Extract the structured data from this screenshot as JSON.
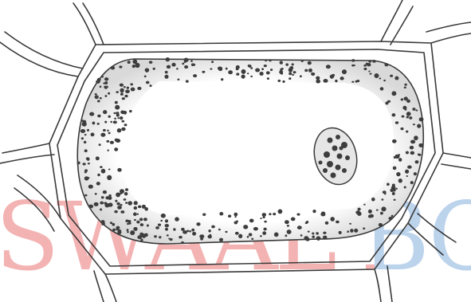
{
  "figure": {
    "subject": "plant-cell",
    "parts": [
      "cell-wall",
      "cell-membrane",
      "cytoplasm-granules",
      "vacuole",
      "nucleus"
    ]
  },
  "watermark": {
    "text": "SWAAL BO",
    "color_left": "#f4b3b3",
    "color_right": "#bcd3ec"
  },
  "colors": {
    "line": "#3a3a3a",
    "dot": "#3d3d3d",
    "cytoplasm_fill": "#f1f1f1",
    "vacuole_fill": "#ffffff",
    "nucleus_fill": "#e6e6e6"
  }
}
